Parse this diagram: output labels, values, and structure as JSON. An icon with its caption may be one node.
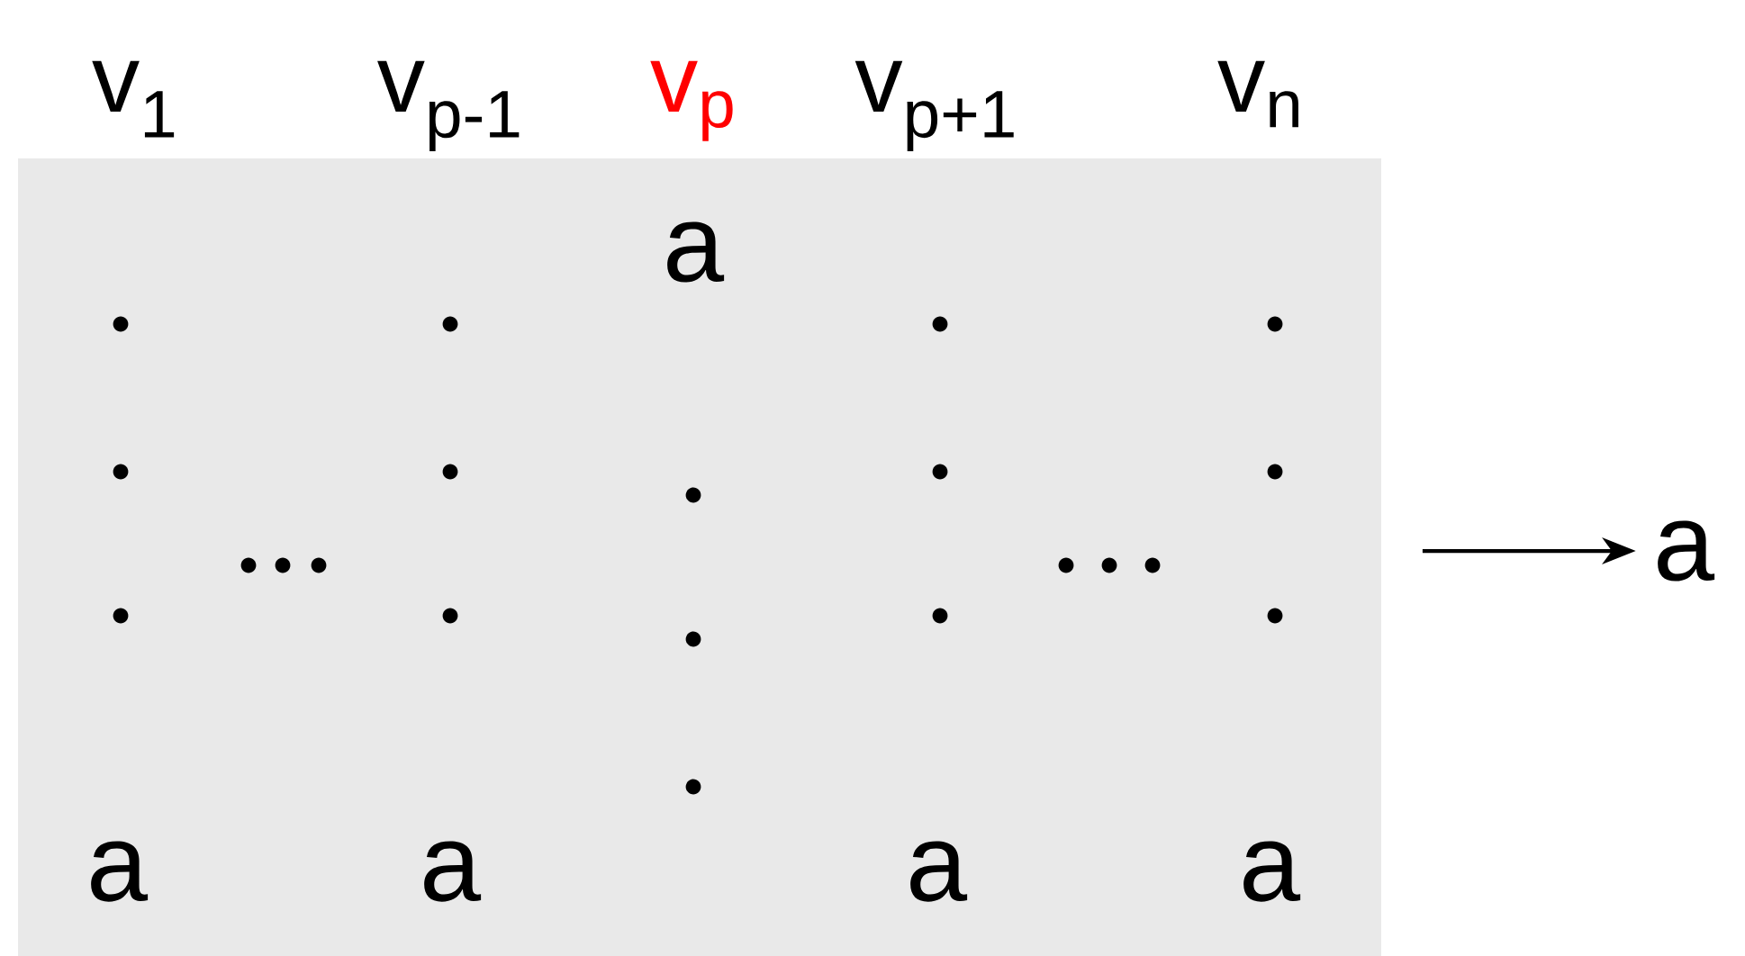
{
  "diagram": {
    "nodes": [
      {
        "text": [],
        "shape": "box"
      },
      {
        "text": [
          "a"
        ]
      }
    ],
    "edges": [
      {
        "from": 0,
        "to": 1,
        "arrow": "to"
      }
    ],
    "labels": [
      "v$_{1}$",
      "v$_{p-1}$",
      "v$_{p}$",
      "v$_{p+1}$",
      "v$_{n}$",
      "a",
      "a",
      "a",
      "a",
      "a"
    ]
  }
}
